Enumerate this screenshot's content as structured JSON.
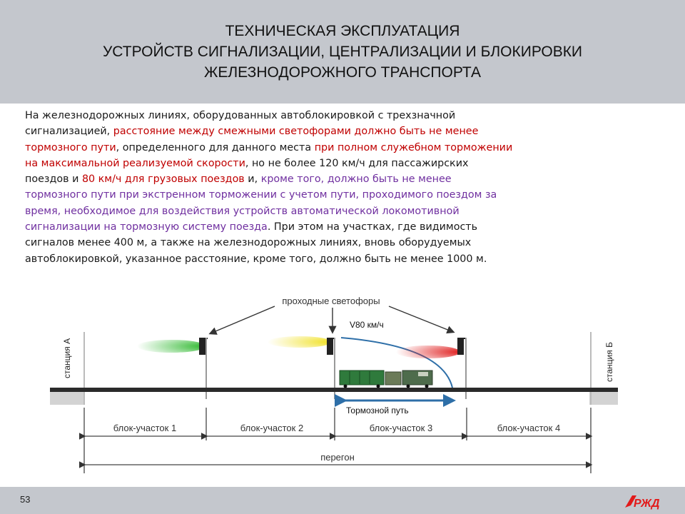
{
  "header": {
    "title_line_1": "ТЕХНИЧЕСКАЯ ЭКСПЛУАТАЦИЯ",
    "title_line_2": "УСТРОЙСТВ СИГНАЛИЗАЦИИ, ЦЕНТРАЛИЗАЦИИ И БЛОКИРОВКИ",
    "title_line_3": "ЖЕЛЕЗНОДОРОЖНОГО ТРАНСПОРТА"
  },
  "body": {
    "lines": [
      [
        {
          "t": "На железнодорожных линиях, оборудованных автоблокировкой с трехзначной",
          "c": "black"
        }
      ],
      [
        {
          "t": "сигнализацией, ",
          "c": "black"
        },
        {
          "t": "расстояние между смежными светофорами должно быть не менее",
          "c": "red"
        }
      ],
      [
        {
          "t": "тормозного пути",
          "c": "red"
        },
        {
          "t": ", определенного для данного места ",
          "c": "black"
        },
        {
          "t": "при полном служебном торможении",
          "c": "red"
        }
      ],
      [
        {
          "t": "на максимальной реализуемой скорости",
          "c": "red"
        },
        {
          "t": ", но не более 120 км/ч для пассажирских",
          "c": "black"
        }
      ],
      [
        {
          "t": "поездов и ",
          "c": "black"
        },
        {
          "t": "80 км/ч для грузовых поездов",
          "c": "red"
        },
        {
          "t": " и, ",
          "c": "black"
        },
        {
          "t": "кроме того, должно быть не менее",
          "c": "purple"
        }
      ],
      [
        {
          "t": "тормозного пути при экстренном торможении с учетом пути, проходимого поездом за",
          "c": "purple"
        }
      ],
      [
        {
          "t": "время, необходимое для воздействия устройств автоматической локомотивной",
          "c": "purple"
        }
      ],
      [
        {
          "t": "сигнализации на тормозную систему поезда",
          "c": "purple"
        },
        {
          "t": ". При этом на участках, где видимость",
          "c": "black"
        }
      ],
      [
        {
          "t": "сигналов менее 400 м, а также на железнодорожных линиях, вновь оборудуемых",
          "c": "black"
        }
      ],
      [
        {
          "t": "автоблокировкой, указанное расстояние, кроме того, должно быть не менее 1000 м.",
          "c": "black"
        }
      ]
    ]
  },
  "diagram": {
    "signals_label": "проходные светофоры",
    "speed_label": "V80 км/ч",
    "brake_label": "Тормозной путь",
    "station_a": "станция А",
    "station_b": "станция Б",
    "blocks": [
      "блок-участок 1",
      "блок-участок 2",
      "блок-участок 3",
      "блок-участок 4"
    ],
    "haul_label": "перегон",
    "signal_colors": {
      "green": "#2db82d",
      "yellow": "#f0e020",
      "red": "#e02020"
    }
  },
  "footer": {
    "page_number": "53",
    "logo_text": "РЖД",
    "logo_color": "#e21a1a"
  }
}
